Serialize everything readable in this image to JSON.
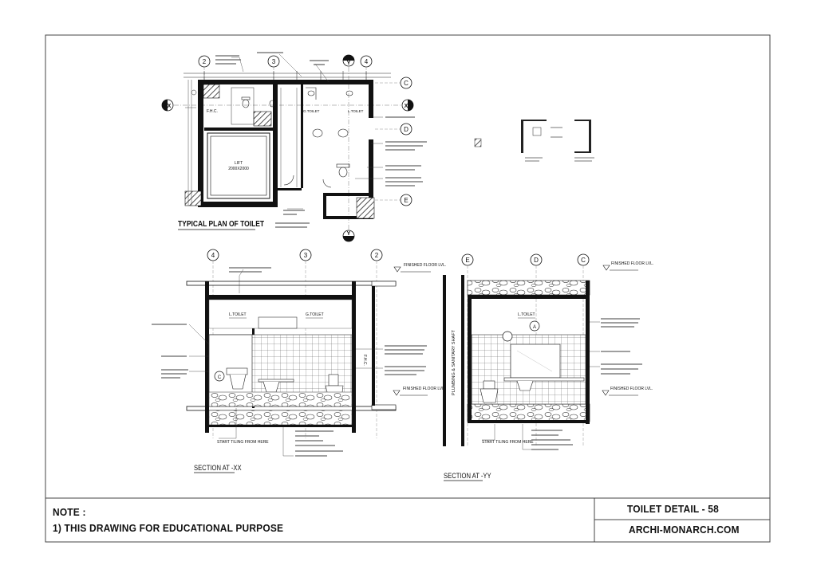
{
  "views": {
    "plan_title": "TYPICAL PLAN OF TOILET",
    "section_xx_title": "SECTION AT -XX",
    "section_yy_title": "SECTION AT -YY"
  },
  "rooms": {
    "fhc": "F.H.C.",
    "lift": "LIFT",
    "lift_size": "2000X2000",
    "g_toilet": "G.TOILET",
    "l_toilet": "L.TOILET",
    "fhc_vertical": "F.H.C.",
    "shaft": "PLUMBING & SANITARY SHAFT"
  },
  "grid_bubbles": {
    "plan_2": "2",
    "plan_3": "3",
    "plan_4": "4",
    "plan_c": "C",
    "plan_d": "D",
    "plan_e": "E",
    "xx_4": "4",
    "xx_3": "3",
    "xx_2": "2",
    "yy_e": "E",
    "yy_d": "D",
    "yy_c": "C",
    "sec_x": "X",
    "sec_y": "Y",
    "cut_c": "C",
    "cut_a": "A"
  },
  "levels": {
    "finished_floor": "FINISHED FLOOR LVL."
  },
  "notes_fine": {
    "start_tiling": "START TILING FROM HERE"
  },
  "footer": {
    "note_label": "NOTE :",
    "note_line": "1) THIS DRAWING FOR EDUCATIONAL PURPOSE",
    "title": "TOILET DETAIL - 58",
    "website": "ARCHI-MONARCH.COM"
  }
}
